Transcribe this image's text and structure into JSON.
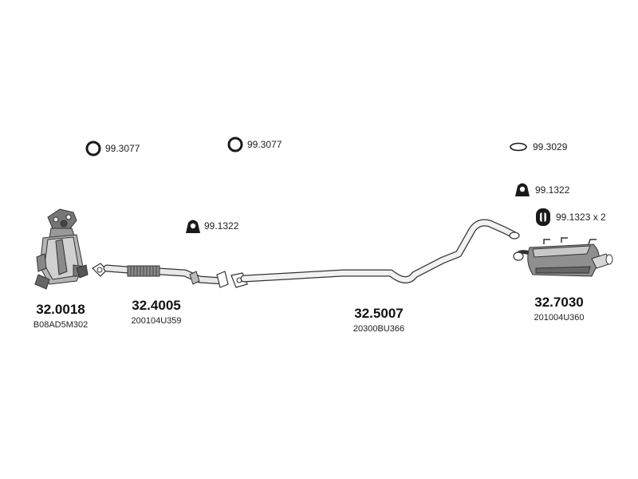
{
  "accessories": {
    "ring_1": "99.3077",
    "ring_2": "99.3077",
    "ring_3": "99.3029",
    "hanger_1": "99.1322",
    "hanger_2": "99.1322",
    "hanger_3": "99.1323 x 2"
  },
  "parts": [
    {
      "part_no": "32.0018",
      "oem": "B08AD5M302"
    },
    {
      "part_no": "32.4005",
      "oem": "200104U359"
    },
    {
      "part_no": "32.5007",
      "oem": "20300BU366"
    },
    {
      "part_no": "32.7030",
      "oem": "201004U360"
    }
  ]
}
